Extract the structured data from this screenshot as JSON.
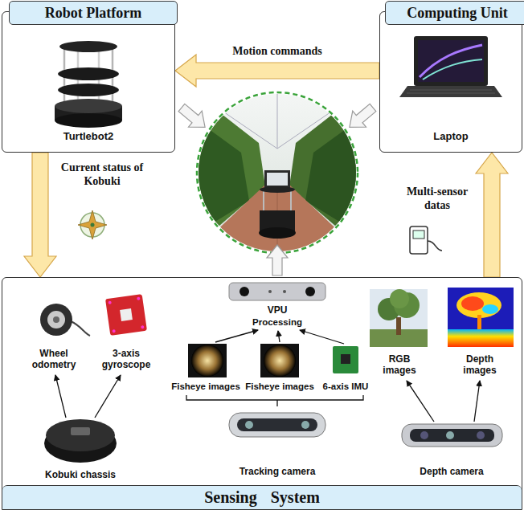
{
  "diagram": {
    "nodes": [
      {
        "text": [
          "Robot Platform",
          "Turtlebot2"
        ]
      },
      {
        "text": [
          "Computing Unit",
          "Laptop"
        ]
      },
      {
        "text": [
          "Sensing System"
        ]
      }
    ],
    "edges": [
      {
        "from": 1,
        "to": 0,
        "arrow": "to",
        "label": "Motion commands"
      },
      {
        "from": 0,
        "to": 2,
        "arrow": "to",
        "label": "Current status of Kobuki"
      },
      {
        "from": 2,
        "to": 1,
        "arrow": "to",
        "label": "Multi-sensor datas"
      }
    ],
    "labels": [
      "Wheel odometry",
      "3-axis gyroscope",
      "Kobuki chassis",
      "VPU",
      "Processing",
      "Fisheye images",
      "Fisheye images",
      "6-axis IMU",
      "Tracking camera",
      "RGB images",
      "Depth images",
      "Depth camera"
    ]
  }
}
